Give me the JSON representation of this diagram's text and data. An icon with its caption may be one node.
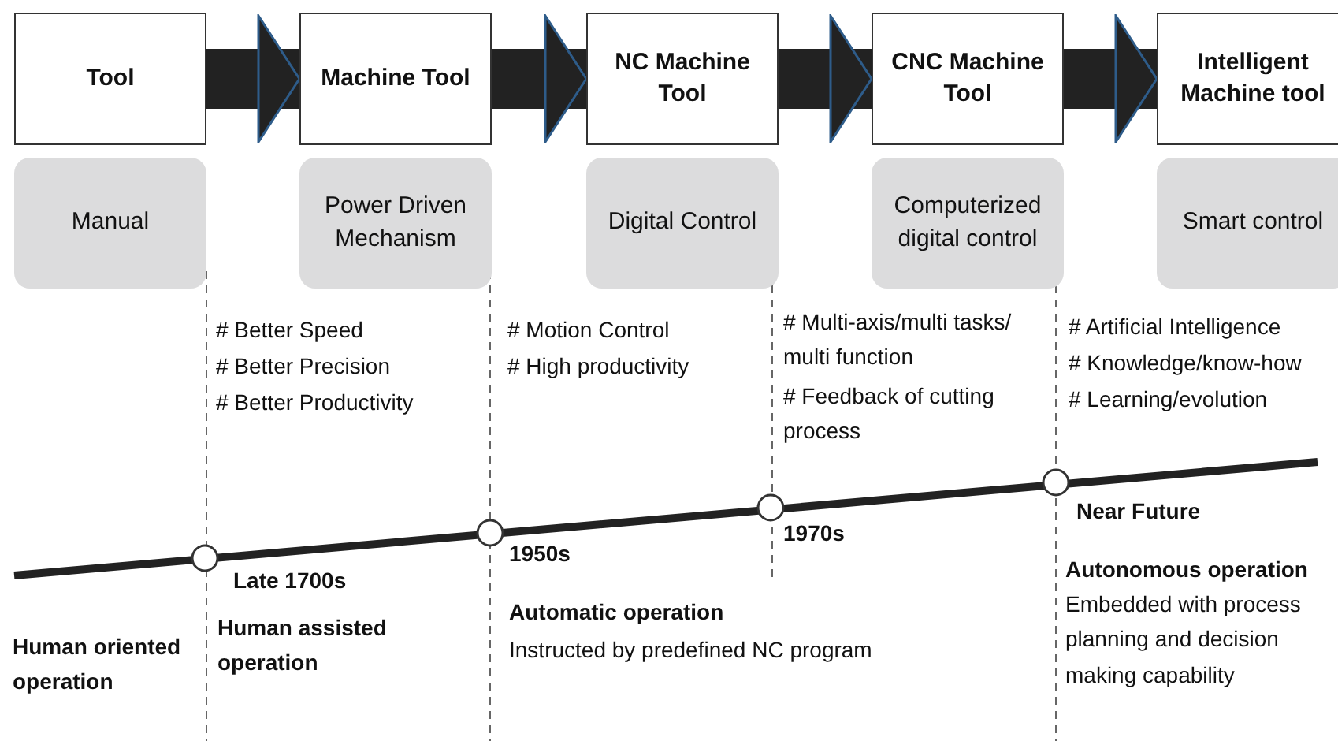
{
  "diagram": {
    "nodes": [
      {
        "text": [
          "Tool"
        ]
      },
      {
        "text": [
          "Machine Tool"
        ]
      },
      {
        "text": [
          "NC Machine Tool"
        ]
      },
      {
        "text": [
          "CNC Machine Tool"
        ]
      },
      {
        "text": [
          "Intelligent Machine tool"
        ]
      },
      {
        "text": [
          "Manual"
        ]
      },
      {
        "text": [
          "Power Driven Mechanism"
        ]
      },
      {
        "text": [
          "Digital Control"
        ]
      },
      {
        "text": [
          "Computerized digital control"
        ]
      },
      {
        "text": [
          "Smart control"
        ]
      }
    ],
    "edges": [
      {
        "from": 0,
        "to": 1,
        "arrow": "to"
      },
      {
        "from": 1,
        "to": 2,
        "arrow": "to"
      },
      {
        "from": 2,
        "to": 3,
        "arrow": "to"
      },
      {
        "from": 3,
        "to": 4,
        "arrow": "to"
      }
    ],
    "labels": [
      "# Better Speed",
      "# Better Precision",
      "# Better Productivity",
      "# Motion Control",
      "# High productivity",
      "# Multi-axis/multi tasks/ multi function",
      "# Feedback of cutting process",
      "# Artificial Intelligence",
      "# Knowledge/know-how",
      "# Learning/evolution",
      "Near Future",
      "Late 1700s",
      "1950s",
      "1970s",
      "Autonomous operation",
      "Embedded with process planning and decision making capability",
      "Automatic operation",
      "Instructed by predefined NC program",
      "Human assisted operation",
      "Human oriented operation"
    ]
  }
}
